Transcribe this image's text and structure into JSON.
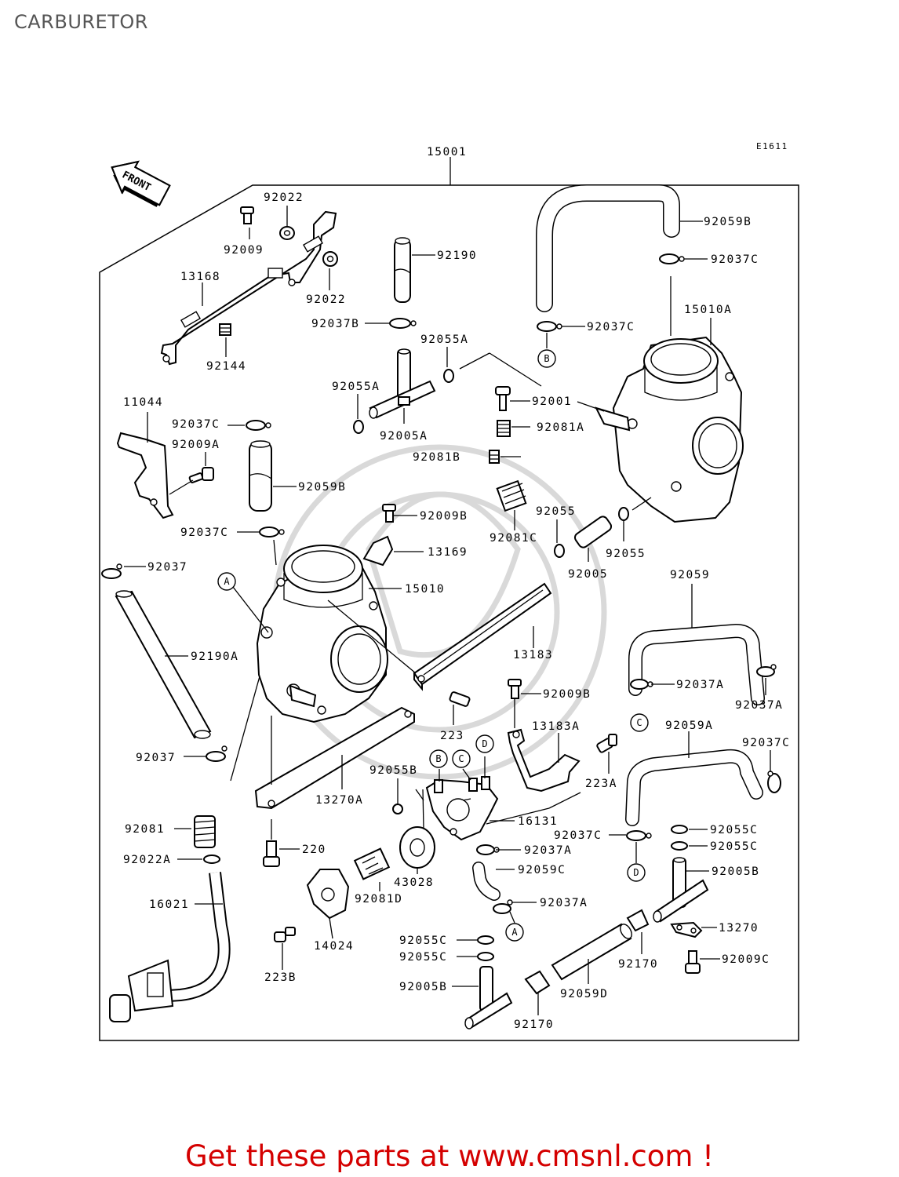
{
  "page": {
    "title": "CARBURETOR",
    "diagram_code": "E1611",
    "front_label": "FRONT",
    "banner": "Get these parts at www.cmsnl.com !"
  },
  "callouts": {
    "A": "A",
    "B": "B",
    "C": "C",
    "D": "D"
  },
  "parts": [
    "15001",
    "92022",
    "92009",
    "92022",
    "13168",
    "92144",
    "92190",
    "92037B",
    "92055A",
    "92055A",
    "92005A",
    "92059B",
    "92037C",
    "92037C",
    "15010A",
    "92001",
    "92081A",
    "92081B",
    "11044",
    "92037C",
    "92009A",
    "92059B",
    "92009B",
    "92081C",
    "92055",
    "92005",
    "92055",
    "13169",
    "92037C",
    "92037",
    "15010",
    "92190A",
    "13183",
    "92059",
    "92037A",
    "92037A",
    "92009B",
    "223",
    "13183A",
    "92059A",
    "92037C",
    "92037",
    "13270A",
    "92055B",
    "223A",
    "16131",
    "92081",
    "92022A",
    "220",
    "92037C",
    "92055C",
    "92055C",
    "92037A",
    "92059C",
    "43028",
    "92081D",
    "92005B",
    "16021",
    "92037A",
    "14024",
    "13270",
    "92055C",
    "92055C",
    "92170",
    "92009C",
    "223B",
    "92005B",
    "92059D",
    "92170"
  ]
}
